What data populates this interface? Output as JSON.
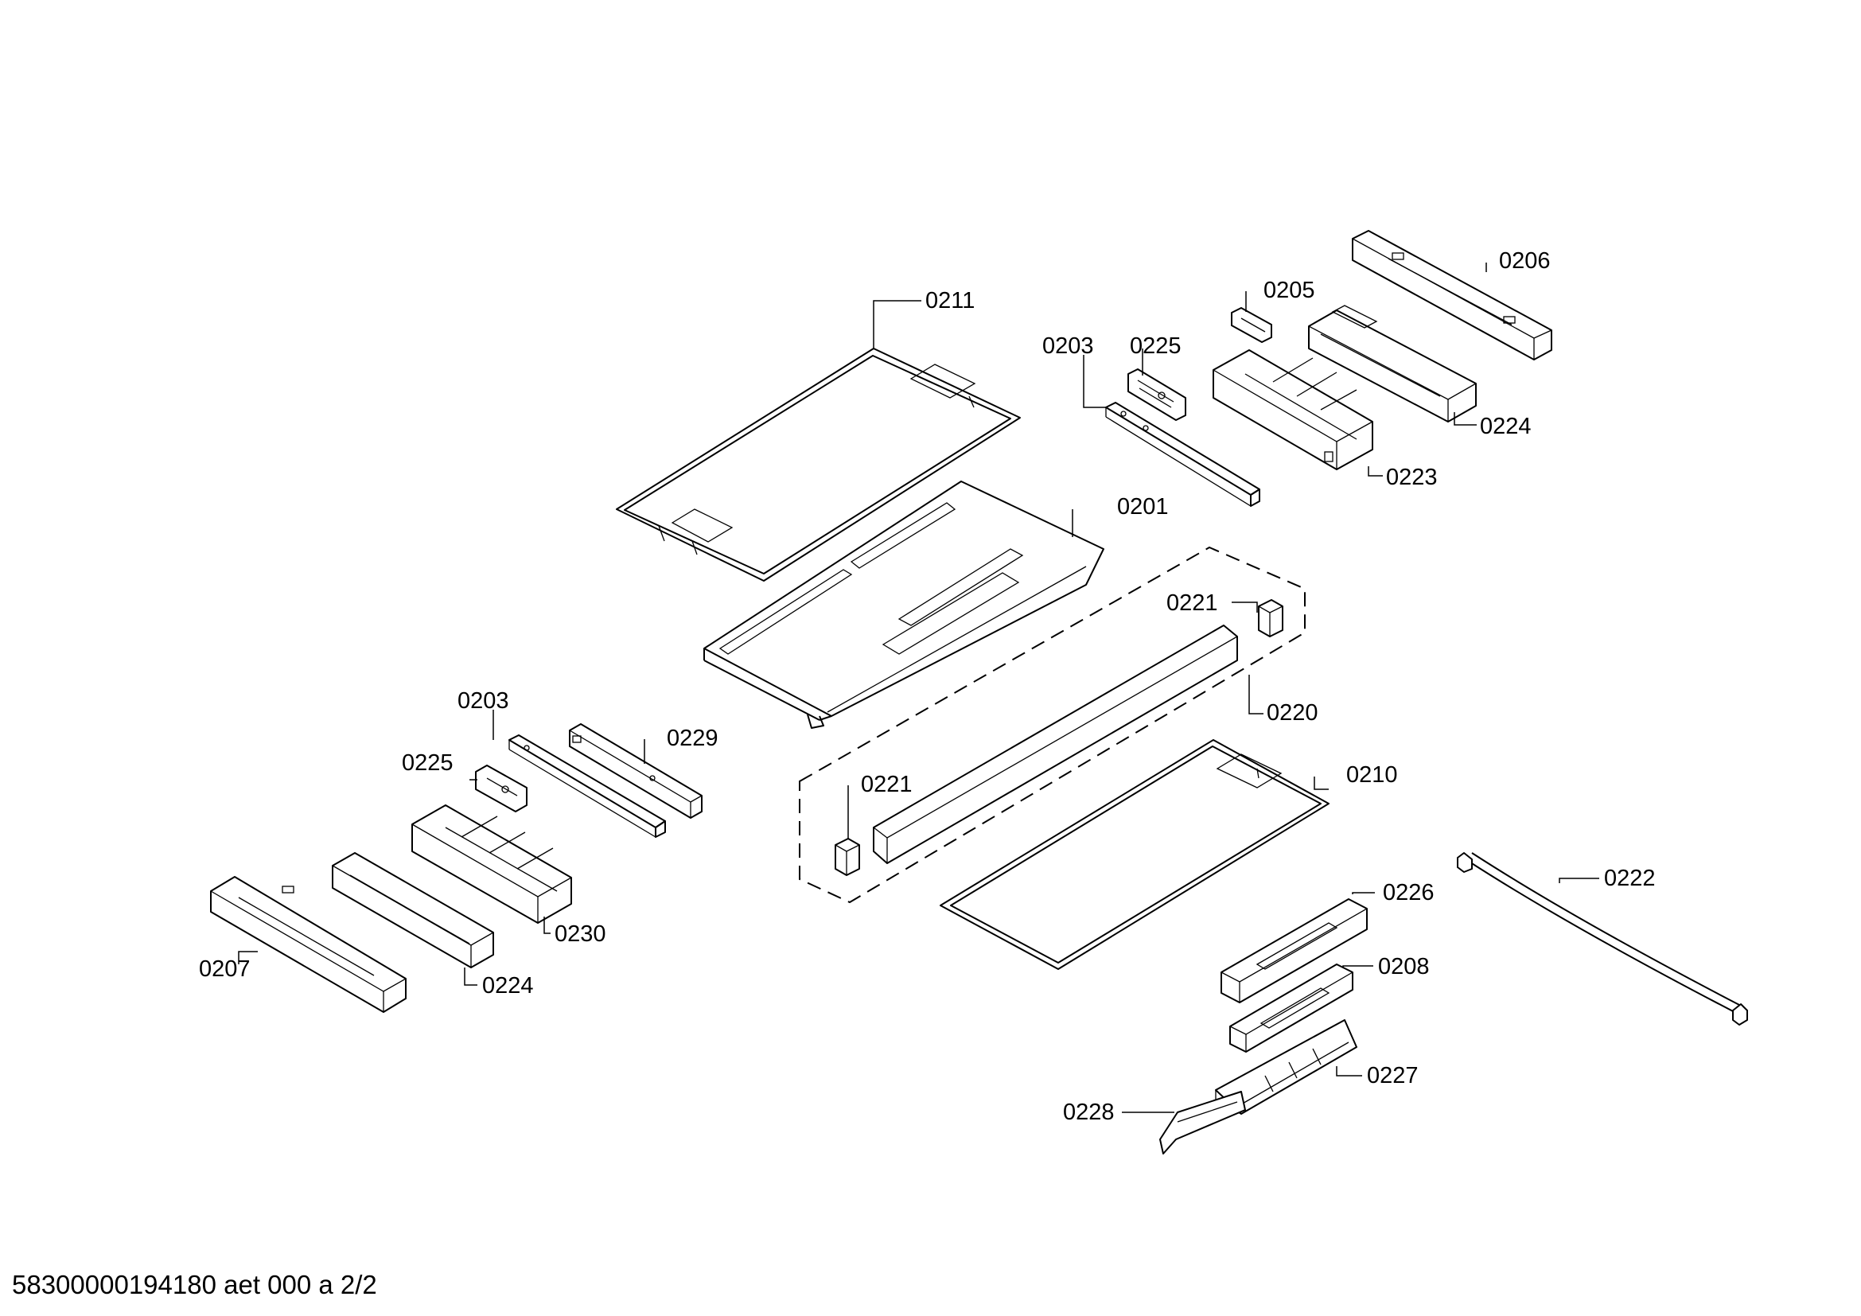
{
  "document_number": "58300000194180 aet 000 a 2/2",
  "labels": {
    "l0211": "0211",
    "l0203a": "0203",
    "l0225a": "0225",
    "l0205": "0205",
    "l0206": "0206",
    "l0224a": "0224",
    "l0223": "0223",
    "l0201": "0201",
    "l0221a": "0221",
    "l0220": "0220",
    "l0203b": "0203",
    "l0229": "0229",
    "l0225b": "0225",
    "l0221b": "0221",
    "l0210": "0210",
    "l0230": "0230",
    "l0207": "0207",
    "l0224b": "0224",
    "l0222": "0222",
    "l0226": "0226",
    "l0208": "0208",
    "l0227": "0227",
    "l0228": "0228"
  }
}
